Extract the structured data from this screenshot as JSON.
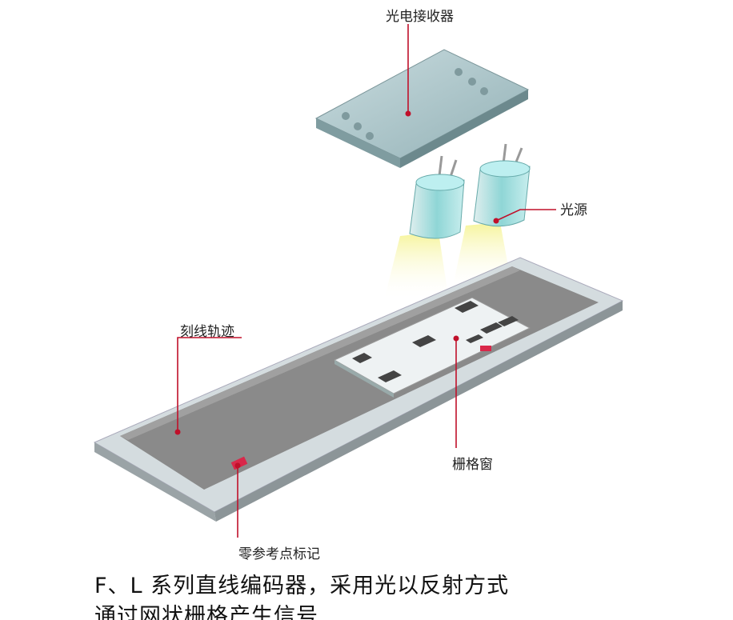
{
  "labels": {
    "receiver": "光电接收器",
    "light_source": "光源",
    "scale_track": "刻线轨迹",
    "grating_window": "栅格窗",
    "reference_mark": "零参考点标记"
  },
  "caption": {
    "line1": "F、L 系列直线编码器，采用光以反射方式",
    "line2": "通过网状栅格产生信号"
  },
  "colors": {
    "leader": "#c0102a",
    "plate": "#a9c4c8",
    "track": "#8a8a8a",
    "light": "#f2ee8a"
  }
}
